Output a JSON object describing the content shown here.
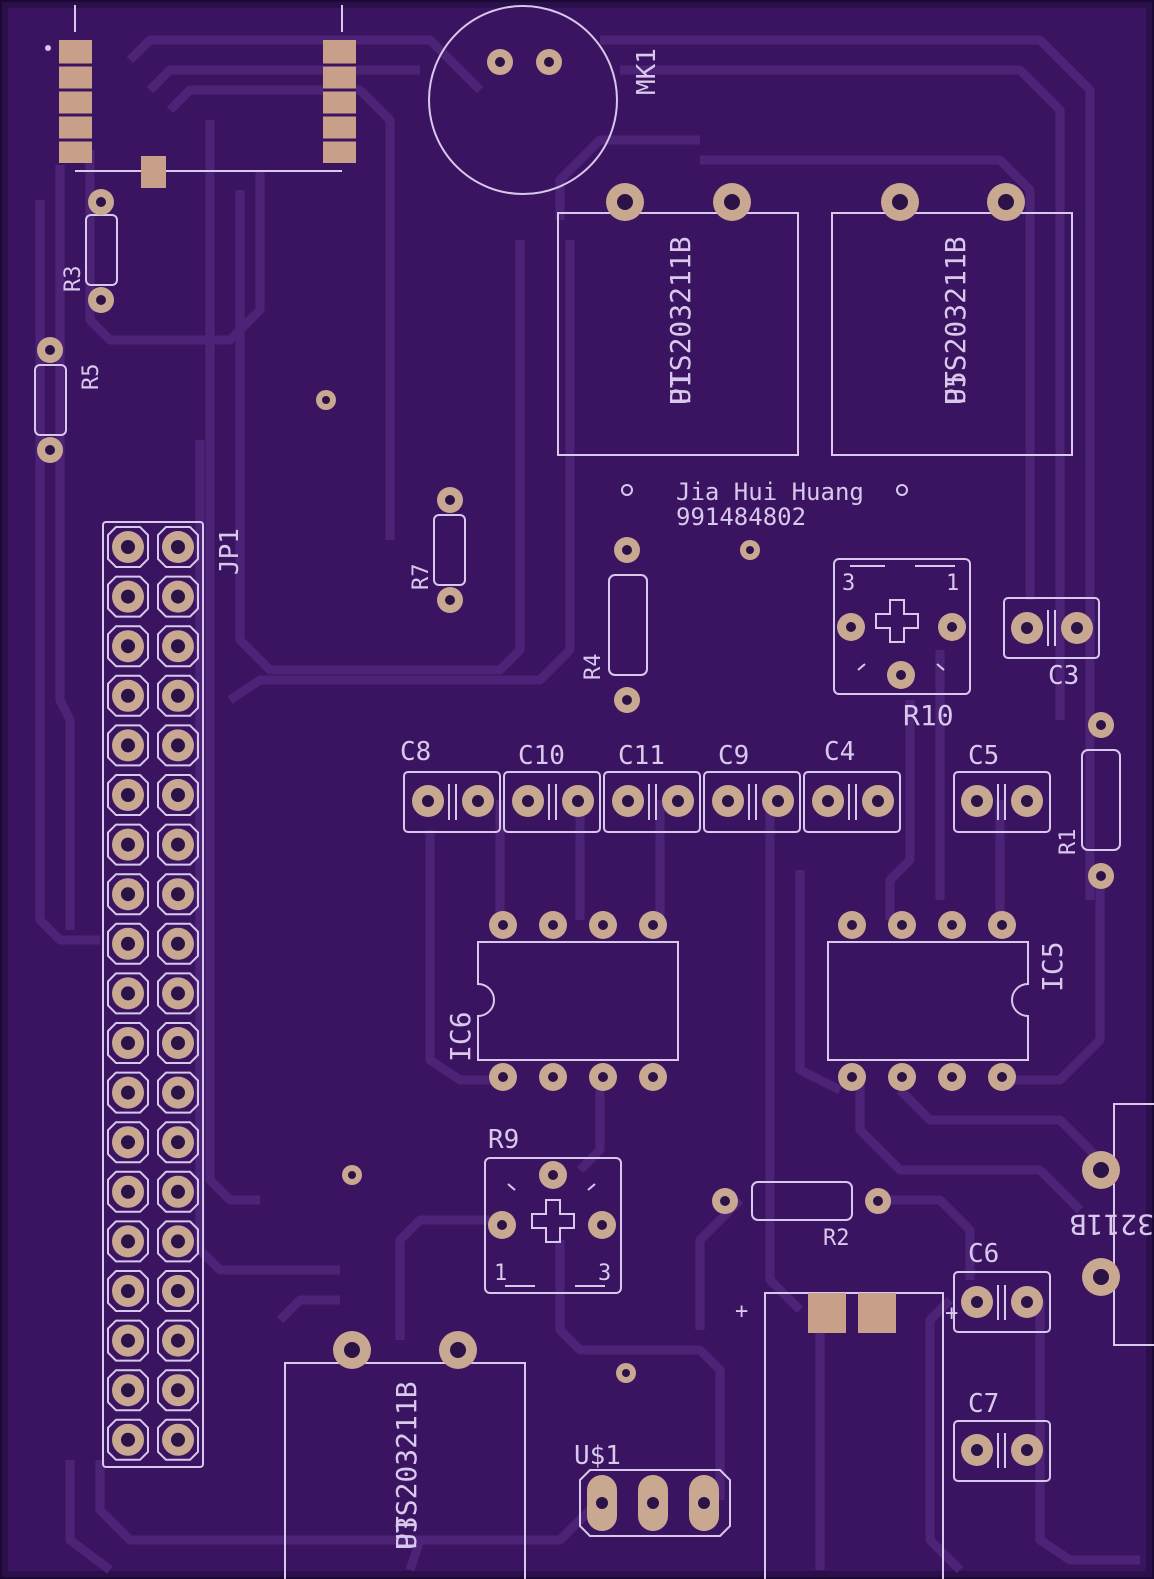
{
  "board": {
    "colors": {
      "background": "#2a0f4a",
      "copper": "#3d1560",
      "trace": "#4c2075",
      "silkscreen": "#d8c8ec",
      "pad": "#c8a890"
    }
  },
  "labels": {
    "mk1": "MK1",
    "jp1": "JP1",
    "r1": "R1",
    "r2": "R2",
    "r3": "R3",
    "r4": "R4",
    "r5": "R5",
    "r7": "R7",
    "r9": "R9",
    "r10": "R10",
    "c3": "C3",
    "c4": "C4",
    "c5": "C5",
    "c6": "C6",
    "c7": "C7",
    "c8": "C8",
    "c9": "C9",
    "c10": "C10",
    "c11": "C11",
    "ic5": "IC5",
    "ic6": "IC6",
    "us1": "U$1",
    "sw1_a": "PTS203211B",
    "sw1_b": "U1",
    "sw2_a": "PTS203211B",
    "sw2_b": "U5",
    "sw3_a": "PTS203211B",
    "sw3_b": "U3",
    "sw4": "3211B",
    "author": "Jia Hui Huang",
    "student_id": "991484802",
    "r10_pin1": "1",
    "r10_pin3": "3",
    "r9_pin1": "1",
    "r9_pin3": "3",
    "plus_left": "+",
    "plus_right": "+"
  }
}
